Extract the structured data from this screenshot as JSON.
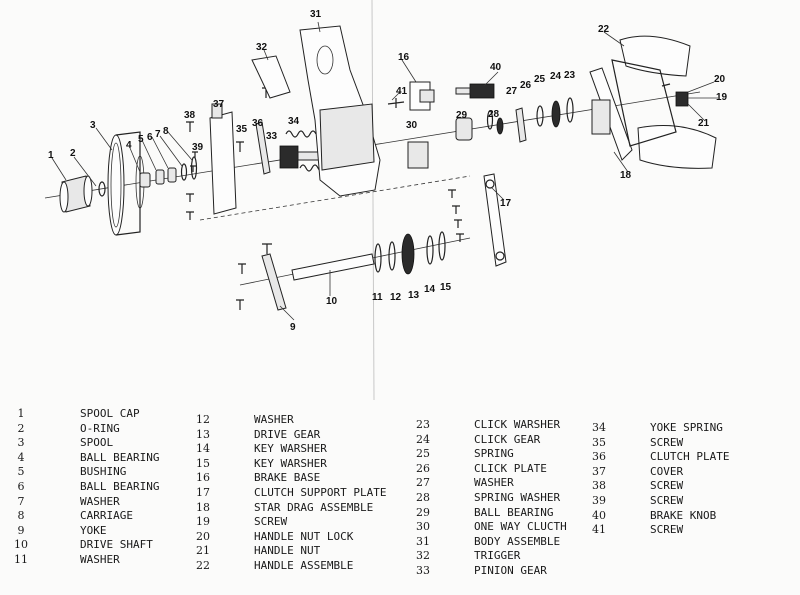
{
  "callouts": [
    "1",
    "2",
    "3",
    "4",
    "5",
    "6",
    "7",
    "8",
    "9",
    "10",
    "11",
    "12",
    "13",
    "14",
    "15",
    "16",
    "17",
    "18",
    "19",
    "20",
    "21",
    "22",
    "23",
    "24",
    "25",
    "26",
    "27",
    "28",
    "29",
    "30",
    "31",
    "32",
    "33",
    "34",
    "35",
    "36",
    "37",
    "38",
    "39",
    "40",
    "41"
  ],
  "columns": [
    [
      {
        "num": "1",
        "name": "SPOOL CAP"
      },
      {
        "num": "2",
        "name": "O-RING"
      },
      {
        "num": "3",
        "name": "SPOOL"
      },
      {
        "num": "4",
        "name": "BALL BEARING"
      },
      {
        "num": "5",
        "name": "BUSHING"
      },
      {
        "num": "6",
        "name": "BALL BEARING"
      },
      {
        "num": "7",
        "name": "WASHER"
      },
      {
        "num": "8",
        "name": "CARRIAGE"
      },
      {
        "num": "9",
        "name": "YOKE"
      },
      {
        "num": "10",
        "name": "DRIVE SHAFT"
      },
      {
        "num": "11",
        "name": "WASHER"
      }
    ],
    [
      {
        "num": "12",
        "name": "WASHER"
      },
      {
        "num": "13",
        "name": "DRIVE GEAR"
      },
      {
        "num": "14",
        "name": "KEY WARSHER"
      },
      {
        "num": "15",
        "name": "KEY WARSHER"
      },
      {
        "num": "16",
        "name": "BRAKE BASE"
      },
      {
        "num": "17",
        "name": "CLUTCH SUPPORT PLATE"
      },
      {
        "num": "18",
        "name": "STAR DRAG ASSEMBLE"
      },
      {
        "num": "19",
        "name": "SCREW"
      },
      {
        "num": "20",
        "name": "HANDLE NUT LOCK"
      },
      {
        "num": "21",
        "name": "HANDLE NUT"
      },
      {
        "num": "22",
        "name": "HANDLE ASSEMBLE"
      }
    ],
    [
      {
        "num": "23",
        "name": "CLICK WARSHER"
      },
      {
        "num": "24",
        "name": "CLICK GEAR"
      },
      {
        "num": "25",
        "name": "SPRING"
      },
      {
        "num": "26",
        "name": "CLICK PLATE"
      },
      {
        "num": "27",
        "name": "WASHER"
      },
      {
        "num": "28",
        "name": "SPRING WASHER"
      },
      {
        "num": "29",
        "name": "BALL BEARING"
      },
      {
        "num": "30",
        "name": "ONE WAY CLUCTH"
      },
      {
        "num": "31",
        "name": "BODY ASSEMBLE"
      },
      {
        "num": "32",
        "name": "TRIGGER"
      },
      {
        "num": "33",
        "name": "PINION GEAR"
      }
    ],
    [
      {
        "num": "34",
        "name": "YOKE SPRING"
      },
      {
        "num": "35",
        "name": "SCREW"
      },
      {
        "num": "36",
        "name": "CLUTCH PLATE"
      },
      {
        "num": "37",
        "name": "COVER"
      },
      {
        "num": "38",
        "name": "SCREW"
      },
      {
        "num": "39",
        "name": "SCREW"
      },
      {
        "num": "40",
        "name": "BRAKE KNOB"
      },
      {
        "num": "41",
        "name": "SCREW"
      }
    ]
  ]
}
